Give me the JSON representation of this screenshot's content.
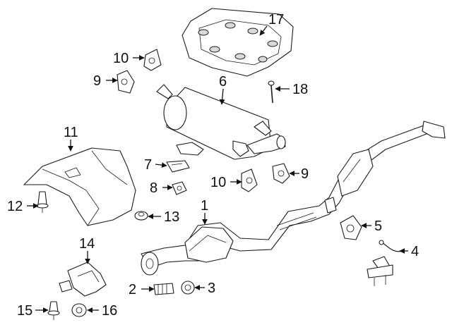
{
  "callouts": {
    "c1": "1",
    "c2": "2",
    "c3": "3",
    "c4": "4",
    "c5": "5",
    "c6": "6",
    "c7": "7",
    "c8": "8",
    "c9a": "9",
    "c9b": "9",
    "c10a": "10",
    "c10b": "10",
    "c11": "11",
    "c12": "12",
    "c13": "13",
    "c14": "14",
    "c15": "15",
    "c16": "16",
    "c17": "17",
    "c18": "18"
  },
  "colors": {
    "line": "#1a1a1a",
    "shade": "#d9d9d9",
    "background": "#ffffff"
  }
}
